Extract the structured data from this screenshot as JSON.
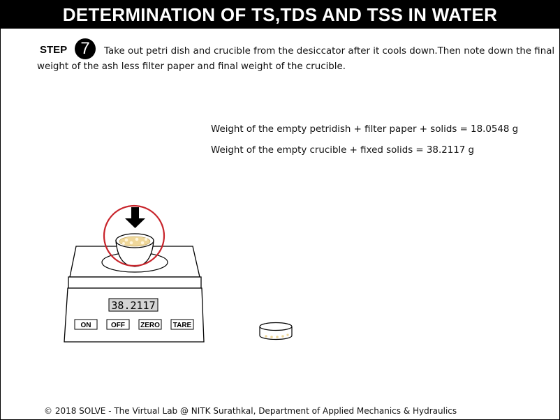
{
  "header": {
    "title": "DETERMINATION OF TS,TDS AND TSS IN WATER"
  },
  "step": {
    "label": "STEP",
    "number": "7",
    "instruction": "Take out petri dish and crucible from the desiccator after it cools down.Then note down the final weight of the ash less filter paper and final weight of the crucible."
  },
  "readings": [
    "Weight of the empty petridish + filter paper + solids = 18.0548 g",
    "Weight of the empty crucible + fixed solids = 38.2117 g"
  ],
  "balance": {
    "display": "38.2117",
    "buttons": {
      "on": "ON",
      "off": "OFF",
      "zero": "ZERO",
      "tare": "TARE"
    }
  },
  "colors": {
    "highlight_circle": "#c8242b",
    "solids": "#efd79a"
  },
  "footer": "© 2018 SOLVE - The Virtual Lab @ NITK Surathkal, Department of Applied Mechanics & Hydraulics"
}
